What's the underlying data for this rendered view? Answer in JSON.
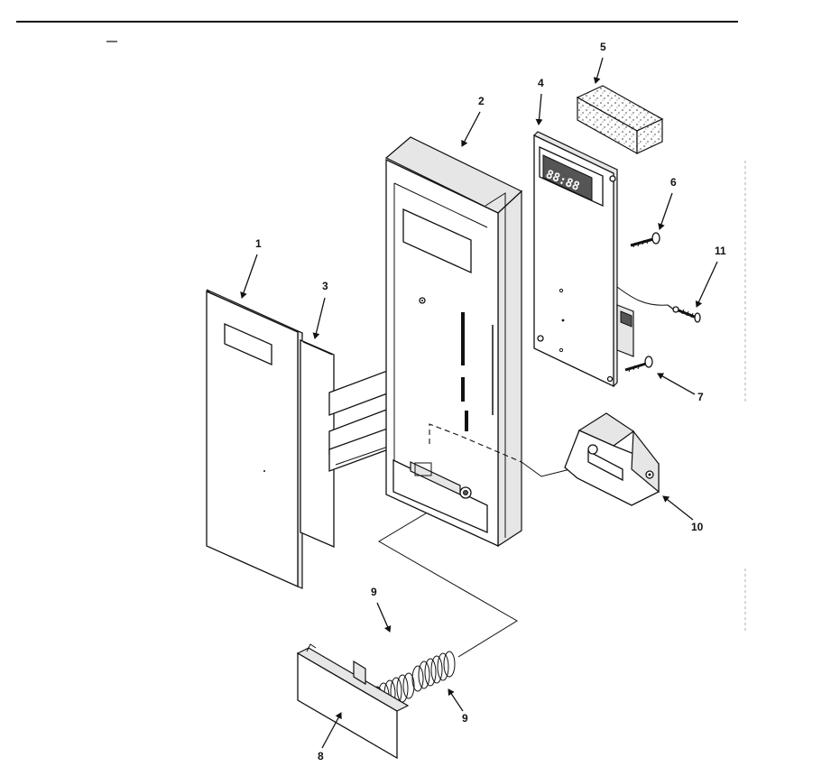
{
  "diagram": {
    "display_readout": "88:88",
    "callouts": [
      {
        "id": "1",
        "label": "1"
      },
      {
        "id": "2",
        "label": "2"
      },
      {
        "id": "3",
        "label": "3"
      },
      {
        "id": "4",
        "label": "4"
      },
      {
        "id": "5",
        "label": "5"
      },
      {
        "id": "6",
        "label": "6"
      },
      {
        "id": "7",
        "label": "7"
      },
      {
        "id": "8",
        "label": "8"
      },
      {
        "id": "9a",
        "label": "9"
      },
      {
        "id": "9b",
        "label": "9"
      },
      {
        "id": "10",
        "label": "10"
      },
      {
        "id": "11",
        "label": "11"
      }
    ]
  }
}
